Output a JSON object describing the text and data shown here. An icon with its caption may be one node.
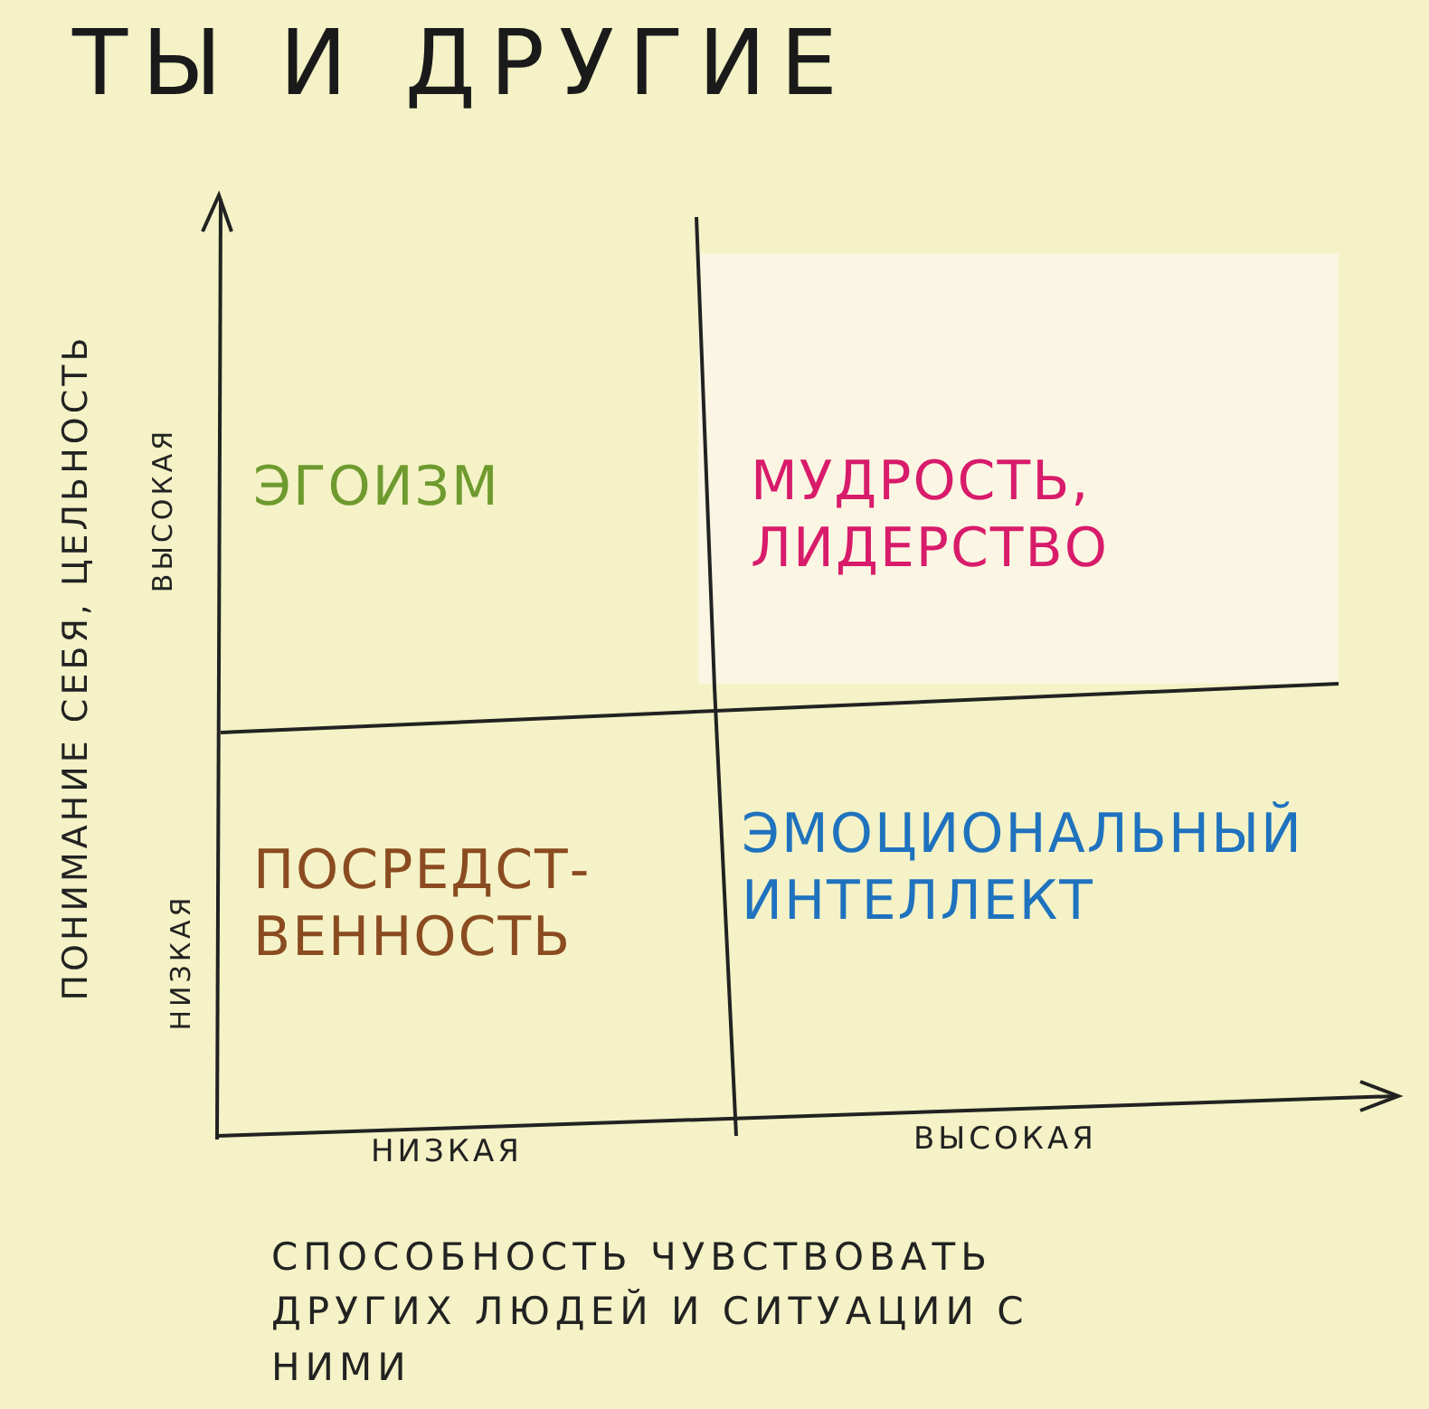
{
  "diagram": {
    "title": "ТЫ И ДРУГИЕ",
    "nodes": [
      {
        "text": [
          "ЭГОИЗМ"
        ]
      },
      {
        "text": [
          "МУДРОСТЬ, ЛИДЕРСТВО"
        ]
      },
      {
        "text": [
          "ПОСРЕДСТ-ВЕННОСТЬ"
        ]
      },
      {
        "text": [
          "ЭМОЦИОНАЛЬНЫЙ ИНТЕЛЛЕКТ"
        ]
      }
    ],
    "edges": [],
    "labels": [
      "ПОНИМАНИЕ СЕБЯ, ЦЕЛЬНОСТЬ",
      "ВЫСОКАЯ",
      "НИЗКАЯ",
      "НИЗКАЯ",
      "ВЫСОКАЯ",
      "СПОСОБНОСТЬ ЧУВСТВОВАТЬ ДРУГИХ ЛЮДЕЙ И СИТУАЦИИ С НИМИ"
    ]
  }
}
